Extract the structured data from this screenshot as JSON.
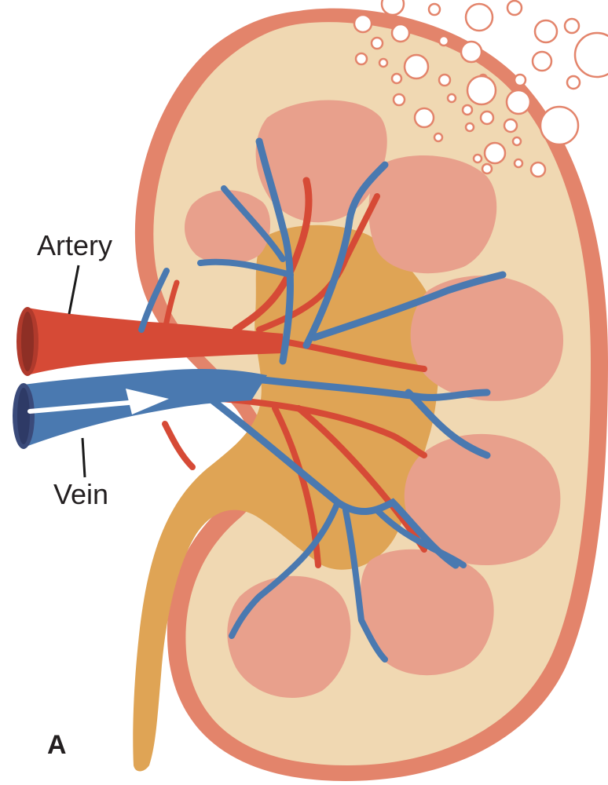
{
  "labels": {
    "artery": "Artery",
    "vein": "Vein",
    "panel": "A"
  },
  "colors": {
    "capsule": "#e3846b",
    "cortex": "#f0d8b2",
    "pyramid": "#e8a08c",
    "pelvis": "#dfa455",
    "artery": "#d64a36",
    "vein": "#4a79b0",
    "vessel_lumen_artery": "#9e3328",
    "vessel_lumen_vein": "#3a4a7a"
  }
}
